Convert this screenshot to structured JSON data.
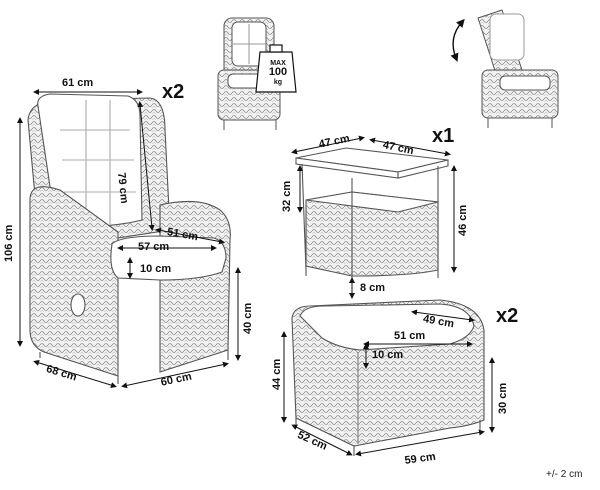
{
  "chair": {
    "quantity": "x2",
    "dims": {
      "width_top": "61 cm",
      "height_total": "106 cm",
      "back_height": "79 cm",
      "seat_depth": "51 cm",
      "seat_width": "57 cm",
      "cushion_thickness": "10 cm",
      "seat_height": "40 cm",
      "base_depth": "68 cm",
      "base_width": "60 cm"
    },
    "load_badge": {
      "line1": "MAX",
      "line2": "100",
      "line3": "kg"
    }
  },
  "table": {
    "quantity": "x1",
    "dims": {
      "width": "47 cm",
      "depth": "47 cm",
      "shelf_height": "32 cm",
      "height": "46 cm",
      "foot": "8 cm"
    }
  },
  "ottoman": {
    "quantity": "x2",
    "dims": {
      "cushion_depth": "49 cm",
      "cushion_width": "51 cm",
      "cushion_thickness": "10 cm",
      "height": "44 cm",
      "base_height": "30 cm",
      "depth": "52 cm",
      "width": "59 cm"
    }
  },
  "tolerance": "+/- 2 cm"
}
